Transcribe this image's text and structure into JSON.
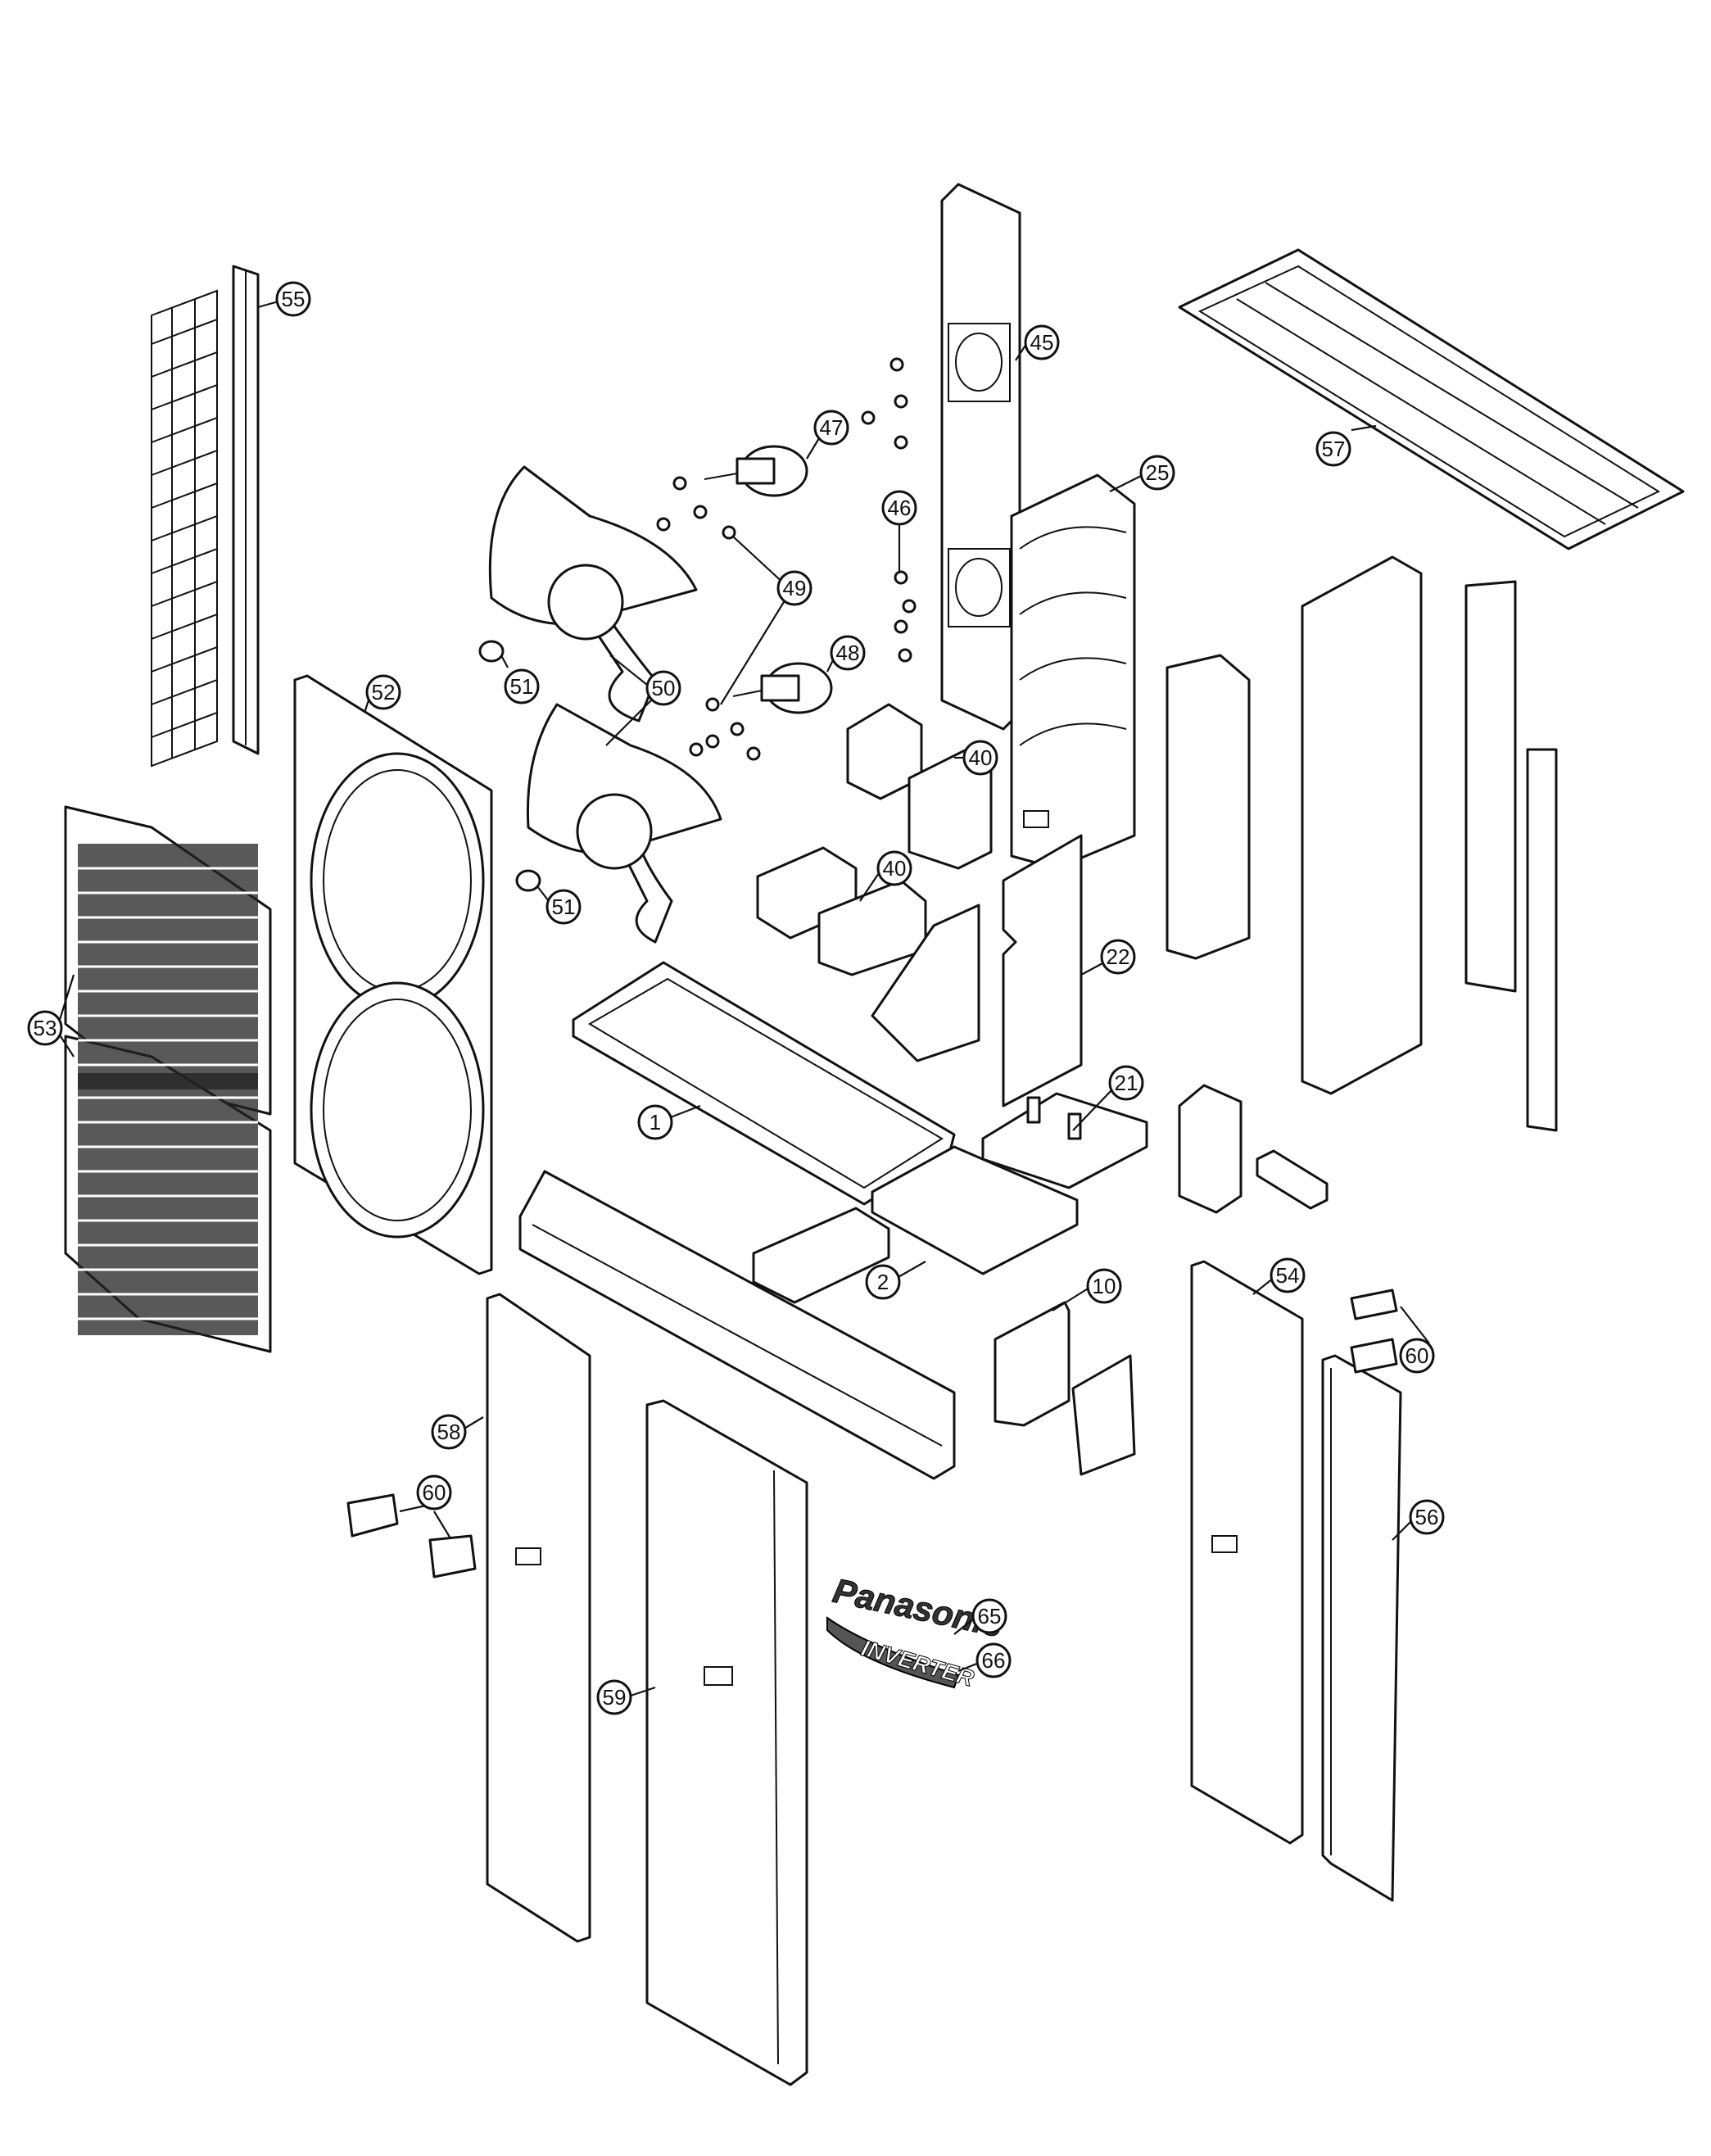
{
  "callouts": {
    "c1": "1",
    "c2": "2",
    "c10": "10",
    "c21": "21",
    "c22": "22",
    "c25": "25",
    "c40a": "40",
    "c40b": "40",
    "c45": "45",
    "c46": "46",
    "c47": "47",
    "c48": "48",
    "c49": "49",
    "c50": "50",
    "c51a": "51",
    "c51b": "51",
    "c52": "52",
    "c53": "53",
    "c54": "54",
    "c55": "55",
    "c56": "56",
    "c57": "57",
    "c58": "58",
    "c59": "59",
    "c60a": "60",
    "c60b": "60",
    "c65": "65",
    "c66": "66"
  },
  "badges": {
    "brand": "Panasonic",
    "inverter": "INVERTER"
  }
}
